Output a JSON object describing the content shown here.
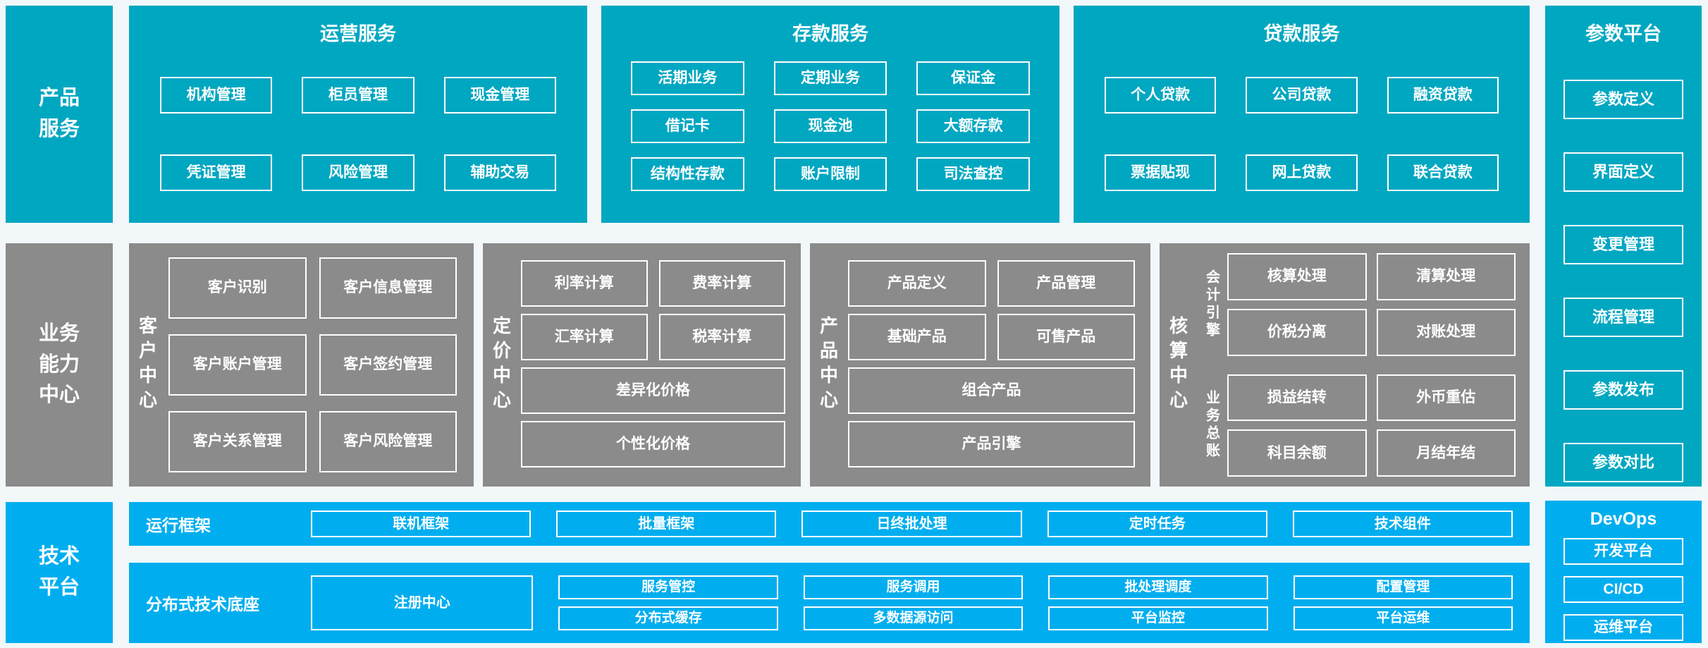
{
  "palette": {
    "teal": "#00A7C1",
    "blue": "#00AEEF",
    "gray": "#8B8B8B",
    "bg": "#F2F7F9",
    "white": "#FFFFFF"
  },
  "product": {
    "sidebar_lines": [
      "产品",
      "服务"
    ],
    "ops": {
      "title": "运营服务",
      "items": [
        "机构管理",
        "柜员管理",
        "现金管理",
        "凭证管理",
        "风险管理",
        "辅助交易"
      ]
    },
    "deposit": {
      "title": "存款服务",
      "items": [
        "活期业务",
        "定期业务",
        "保证金",
        "借记卡",
        "现金池",
        "大额存款",
        "结构性存款",
        "账户限制",
        "司法查控"
      ]
    },
    "loan": {
      "title": "贷款服务",
      "items": [
        "个人贷款",
        "公司贷款",
        "融资贷款",
        "票据贴现",
        "网上贷款",
        "联合贷款"
      ]
    }
  },
  "param": {
    "title": "参数平台",
    "items": [
      "参数定义",
      "界面定义",
      "变更管理",
      "流程管理",
      "参数发布",
      "参数对比"
    ]
  },
  "business": {
    "sidebar_lines": [
      "业务",
      "能力",
      "中心"
    ],
    "customer": {
      "label": "客户中心",
      "items": [
        "客户识别",
        "客户信息管理",
        "客户账户管理",
        "客户签约管理",
        "客户关系管理",
        "客户风险管理"
      ]
    },
    "pricing": {
      "label": "定价中心",
      "items": [
        "利率计算",
        "费率计算",
        "汇率计算",
        "税率计算"
      ],
      "wide": [
        "差异化价格",
        "个性化价格"
      ]
    },
    "product_center": {
      "label": "产品中心",
      "items": [
        "产品定义",
        "产品管理",
        "基础产品",
        "可售产品"
      ],
      "wide": [
        "组合产品",
        "产品引擎"
      ]
    },
    "accounting": {
      "label": "核算中心",
      "engine": {
        "label": "会计引擎",
        "items": [
          "核算处理",
          "清算处理",
          "价税分离",
          "对账处理"
        ]
      },
      "ledger": {
        "label": "业务总账",
        "items": [
          "损益结转",
          "外币重估",
          "科目余额",
          "月结年结"
        ]
      }
    }
  },
  "tech": {
    "sidebar_lines": [
      "技术",
      "平台"
    ],
    "runtime": {
      "label": "运行框架",
      "items": [
        "联机框架",
        "批量框架",
        "日终批处理",
        "定时任务",
        "技术组件"
      ]
    },
    "base": {
      "label": "分布式技术底座",
      "registry": "注册中心",
      "cols": [
        [
          "服务管控",
          "分布式缓存"
        ],
        [
          "服务调用",
          "多数据源访问"
        ],
        [
          "批处理调度",
          "平台监控"
        ],
        [
          "配置管理",
          "平台运维"
        ]
      ]
    }
  },
  "devops": {
    "title": "DevOps",
    "items": [
      "开发平台",
      "CI/CD",
      "运维平台"
    ]
  }
}
